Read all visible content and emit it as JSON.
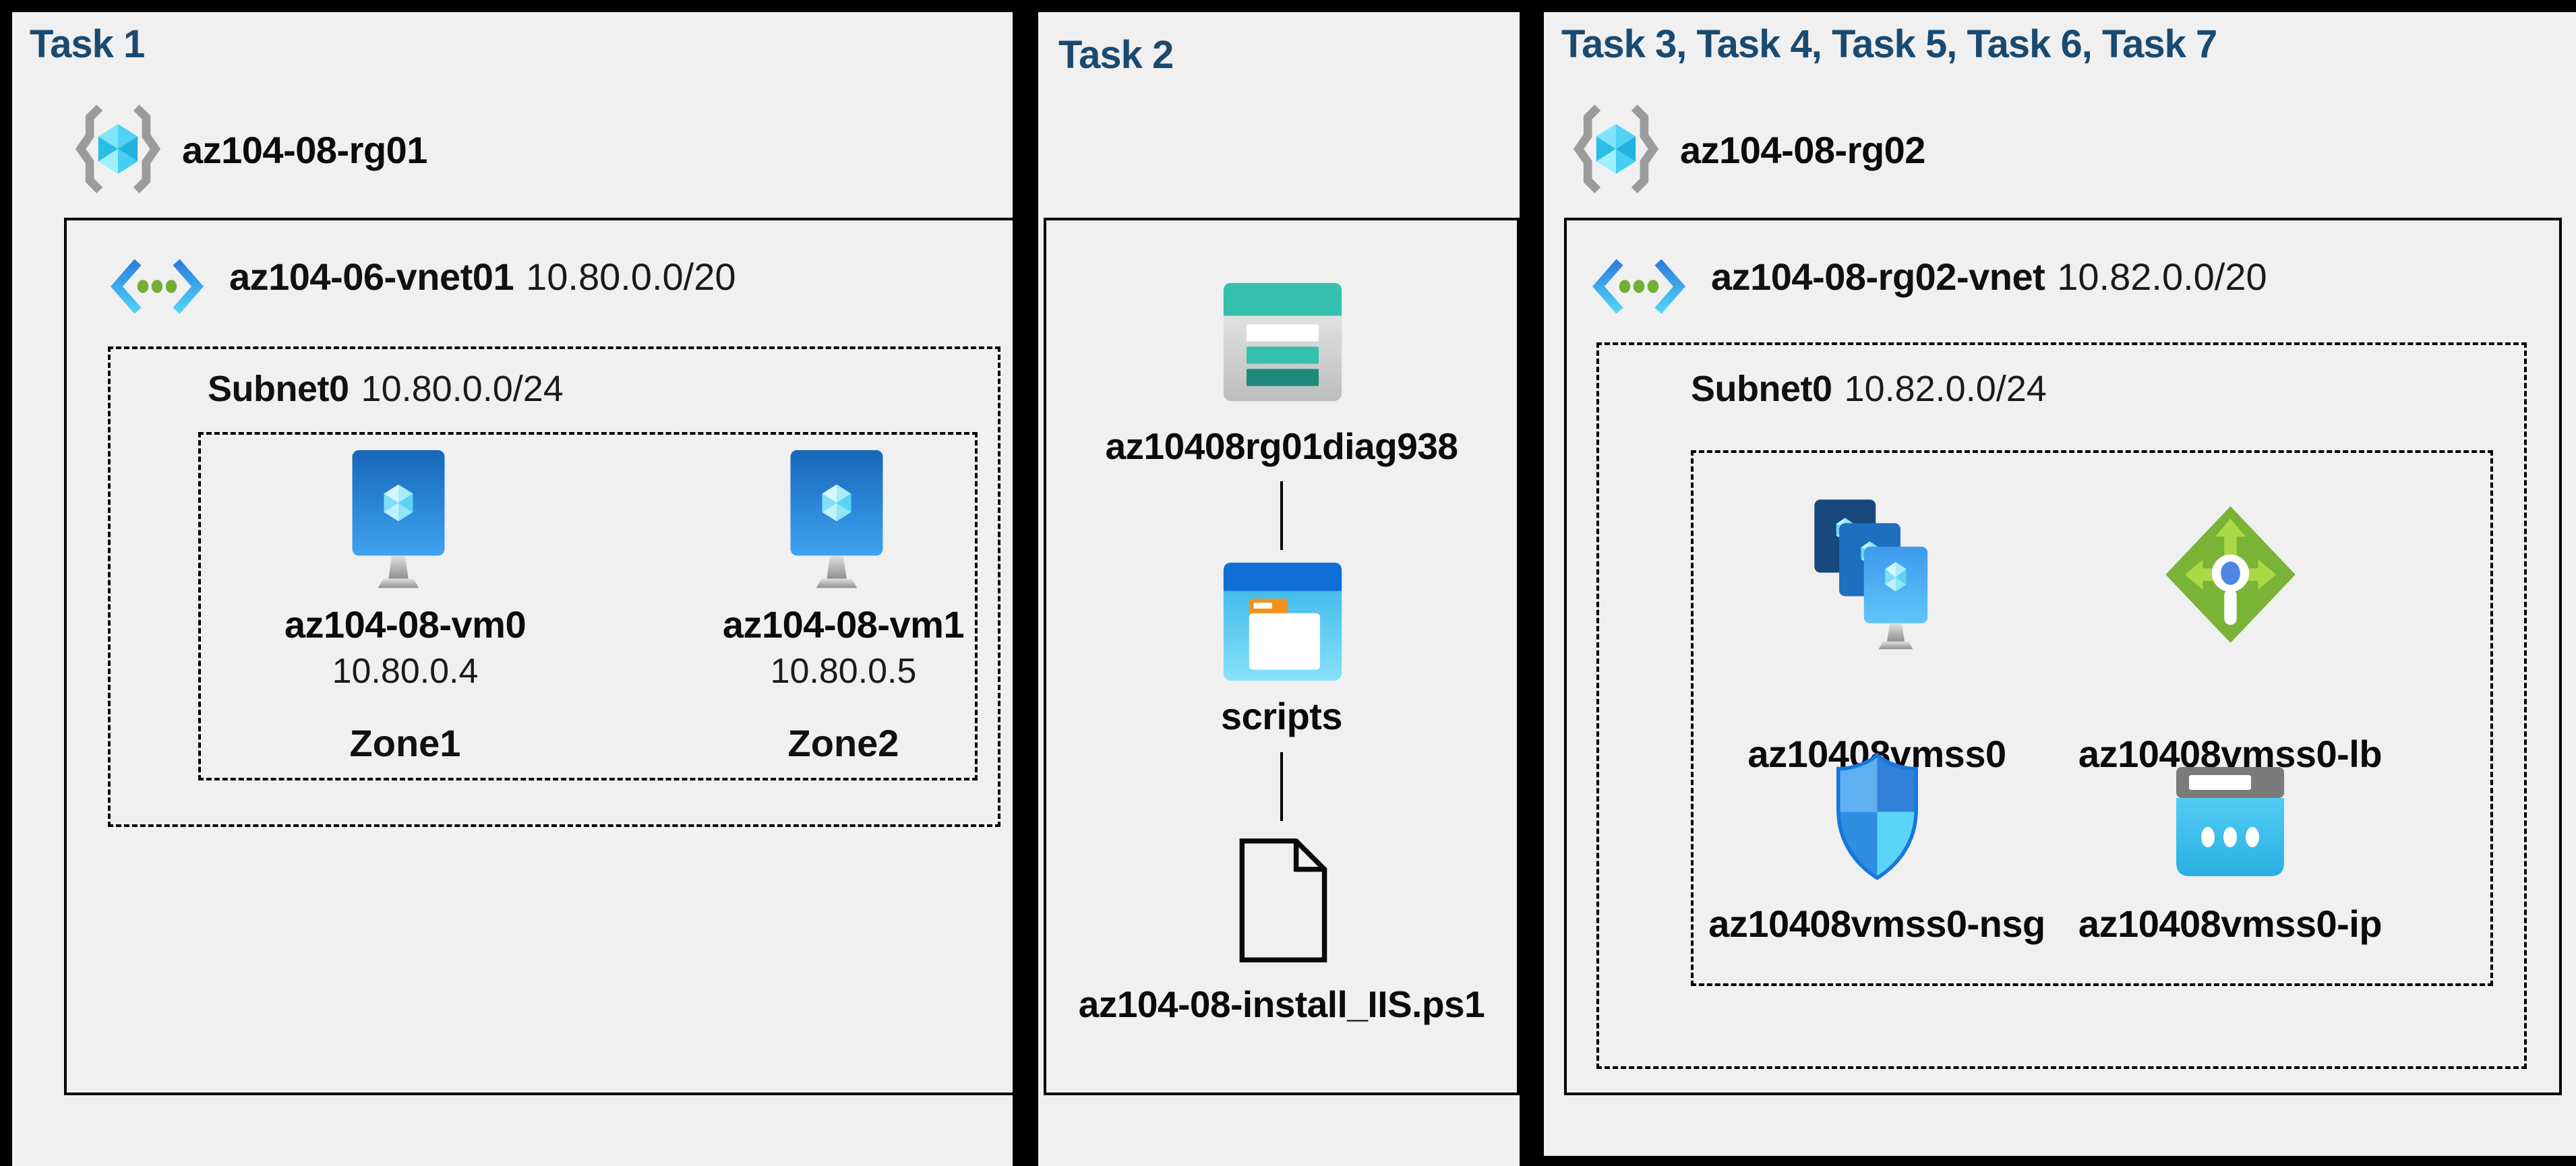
{
  "panel1": {
    "title": "Task 1",
    "resource_group": {
      "name": "az104-08-rg01",
      "icon": "resource-group-icon"
    },
    "vnet": {
      "name": "az104-06-vnet01",
      "cidr": "10.80.0.0/20",
      "icon": "virtual-network-icon"
    },
    "subnet": {
      "name": "Subnet0",
      "cidr": "10.80.0.0/24"
    },
    "vms": [
      {
        "name": "az104-08-vm0",
        "ip": "10.80.0.4",
        "zone": "Zone1",
        "icon": "virtual-machine-icon"
      },
      {
        "name": "az104-08-vm1",
        "ip": "10.80.0.5",
        "zone": "Zone2",
        "icon": "virtual-machine-icon"
      }
    ]
  },
  "panel2": {
    "title": "Task 2",
    "storage_account": {
      "name": "az10408rg01diag938",
      "icon": "storage-account-icon"
    },
    "container": {
      "name": "scripts",
      "icon": "blob-container-icon"
    },
    "script_file": {
      "name": "az104-08-install_IIS.ps1",
      "icon": "file-icon"
    }
  },
  "panel3": {
    "title": "Task 3, Task 4, Task 5, Task 6, Task 7",
    "resource_group": {
      "name": "az104-08-rg02",
      "icon": "resource-group-icon"
    },
    "vnet": {
      "name": "az104-08-rg02-vnet",
      "cidr": "10.82.0.0/20",
      "icon": "virtual-network-icon"
    },
    "subnet": {
      "name": "Subnet0",
      "cidr": "10.82.0.0/24"
    },
    "resources": [
      {
        "name": "az10408vmss0",
        "icon": "vmss-icon"
      },
      {
        "name": "az10408vmss0-lb",
        "icon": "load-balancer-icon"
      },
      {
        "name": "az10408vmss0-nsg",
        "icon": "network-security-group-icon"
      },
      {
        "name": "az10408vmss0-ip",
        "icon": "public-ip-icon"
      }
    ]
  },
  "colors": {
    "page_background": "#000000",
    "panel_background": "#F0F0F0",
    "border": "#000000",
    "title_navy": "#1A4A70",
    "label_black": "#0B0B0B",
    "rg_brace_gray": "#9B9B9B",
    "cube_cyan": "#41CDF2",
    "vnet_blue": "#2E7CE0",
    "vnet_cyan": "#4FD4F6",
    "dot_green": "#74AF35",
    "vm_blue": "#1666B8",
    "vmss_navy": "#17497C",
    "lb_green": "#79B437",
    "lb_arrow_green": "#A9DA46",
    "lb_ellipse_blue": "#4E86E2",
    "nsg_blue": "#3181D8",
    "nsg_cyan": "#5AD4F7",
    "ip_gray": "#7B7B7B",
    "ip_cyan": "#3EC6EF",
    "storage_teal": "#35BFAD",
    "storage_teal_dark": "#1E8A7A",
    "folder_blue": "#0F6FD6",
    "folder_orange": "#F2921B"
  }
}
